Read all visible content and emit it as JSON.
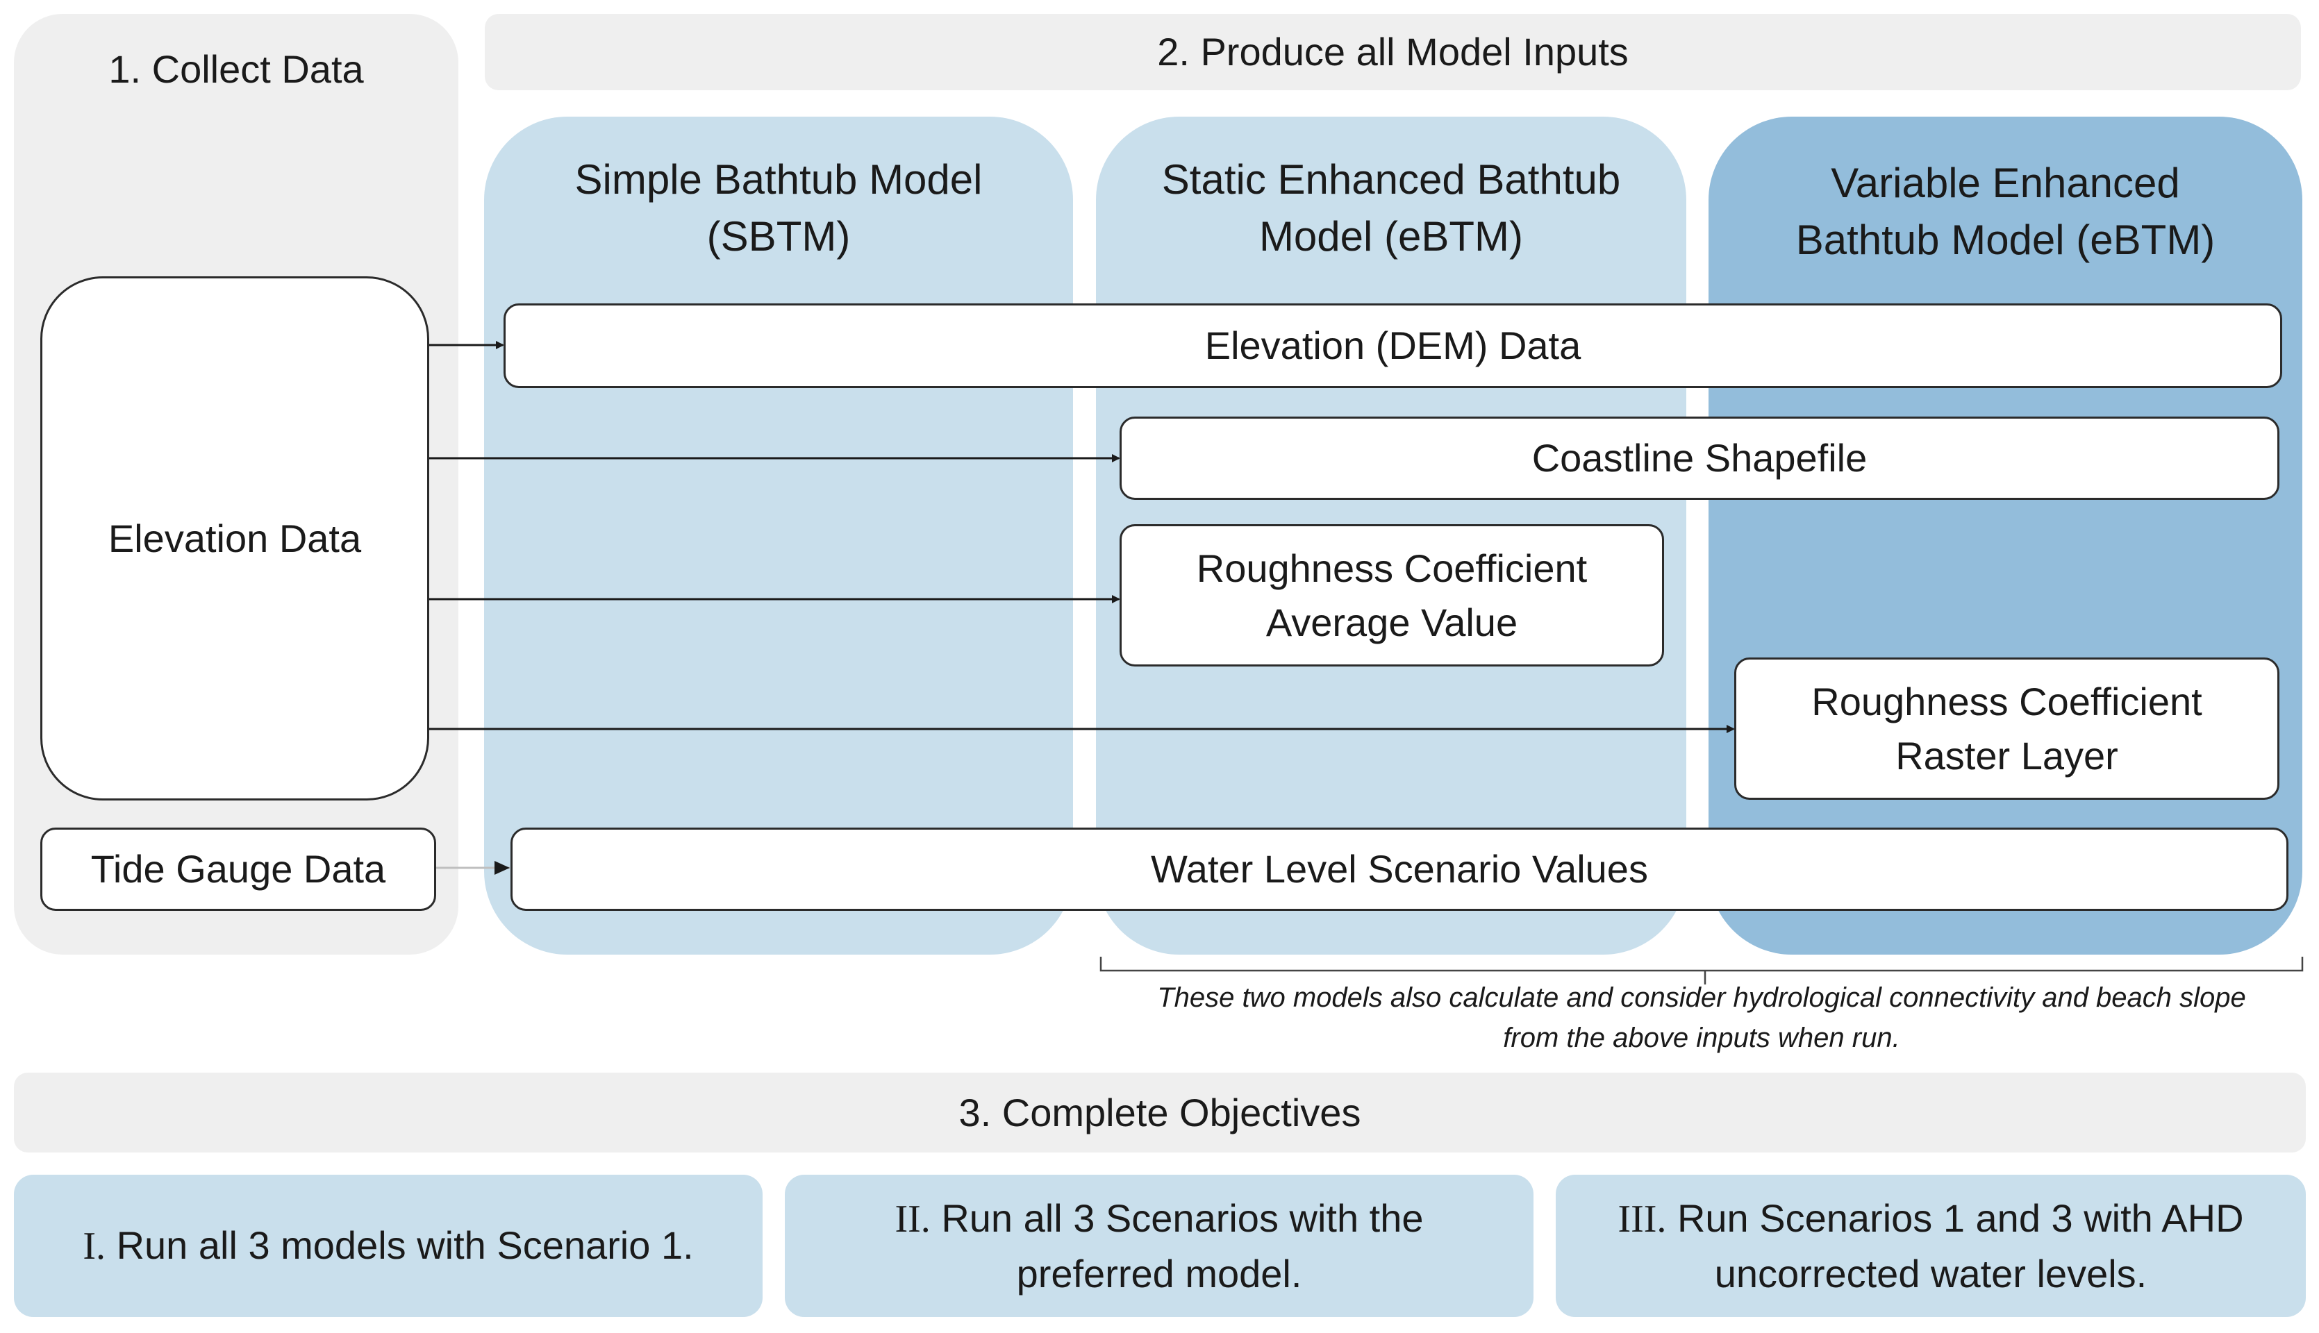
{
  "stage1": {
    "title": "1. Collect Data"
  },
  "stage2": {
    "title": "2. Produce all Model Inputs"
  },
  "stage3": {
    "title": "3. Complete Objectives"
  },
  "models": [
    {
      "line1": "Simple Bathtub Model",
      "line2": "(SBTM)"
    },
    {
      "line1": "Static Enhanced Bathtub",
      "line2": "Model (eBTM)"
    },
    {
      "line1": "Variable Enhanced",
      "line2": "Bathtub Model (eBTM)"
    }
  ],
  "sources": {
    "elevation": "Elevation Data",
    "tide_gauge": "Tide Gauge Data"
  },
  "inputs": {
    "dem": "Elevation (DEM) Data",
    "coastline": "Coastline Shapefile",
    "roughness_avg_line1": "Roughness Coefficient",
    "roughness_avg_line2": "Average Value",
    "roughness_raster_line1": "Roughness Coefficient",
    "roughness_raster_line2": "Raster Layer",
    "water_level": "Water Level Scenario Values"
  },
  "note": {
    "line1": "These two models also calculate and consider hydrological connectivity and beach slope",
    "line2": "from the above inputs when run."
  },
  "objectives": [
    {
      "numeral": "I.",
      "line1": "Run all 3 models with Scenario 1.",
      "line2": ""
    },
    {
      "numeral": "II.",
      "line1": "Run all 3 Scenarios with the",
      "line2": "preferred model."
    },
    {
      "numeral": "III.",
      "line1": "Run Scenarios 1 and 3 with AHD",
      "line2": "uncorrected water levels."
    }
  ],
  "colors": {
    "gray_panel": "#efefef",
    "light_blue": "#c9dfec",
    "dark_blue": "#93bddb",
    "box_border": "#2b2b2b"
  }
}
